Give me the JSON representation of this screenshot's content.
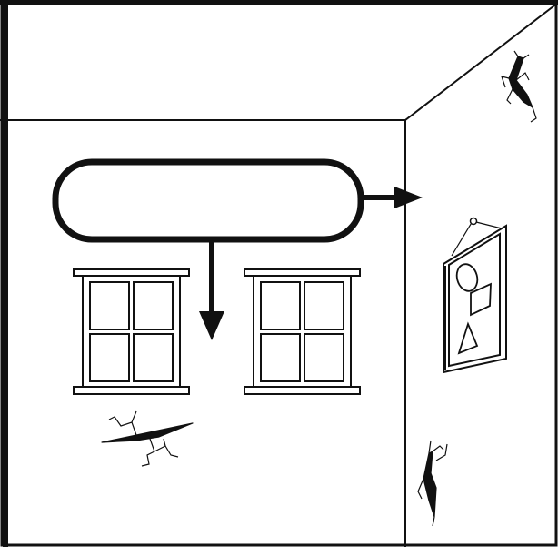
{
  "diagram": {
    "subject": "room-interior-with-blank-label",
    "label_text": "",
    "elements": [
      "blank-rounded-label",
      "arrow-to-side-wall",
      "arrow-down-to-windows",
      "left-window",
      "right-window",
      "front-wall-crack",
      "side-wall-crack-upper",
      "side-wall-crack-lower",
      "framed-picture"
    ],
    "picture_shapes": [
      "circle",
      "square",
      "triangle"
    ],
    "colors": {
      "line": "#111111",
      "background": "#ffffff"
    }
  }
}
